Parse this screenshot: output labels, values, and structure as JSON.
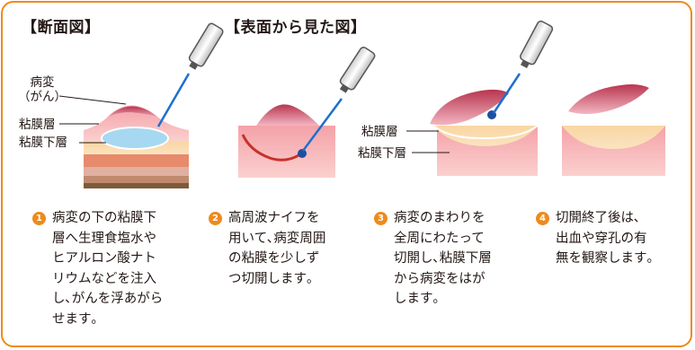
{
  "headings": {
    "cross_section": "【断面図】",
    "surface_view": "【表面から見た図】"
  },
  "labels": {
    "lesion": "病変\n（がん）",
    "mucosa": "粘膜層",
    "submucosa": "粘膜下層",
    "mucosa_2": "粘膜層",
    "submucosa_2": "粘膜下層"
  },
  "steps": [
    {
      "number": "1",
      "text": "病変の下の粘膜下\n層へ生理食塩水や\nヒアルロン酸ナト\nリウムなどを注入\nし､がんを浮あがら\nせます｡"
    },
    {
      "number": "2",
      "text": "高周波ナイフを\n用いて､病変周囲\nの粘膜を少しず\nつ切開します｡"
    },
    {
      "number": "3",
      "text": "病変のまわりを\n全周にわたって\n切開し､粘膜下層\nから病変をはが\nします｡"
    },
    {
      "number": "4",
      "text": "切開終了後は､\n出血や穿孔の有\n無を観察します｡"
    }
  ],
  "colors": {
    "border": "#ee8a1c",
    "badge": "#ee8a1c",
    "mucosa": "#f7b7b8",
    "submucosa": "#fbd8a8",
    "lesion": "#d9617f",
    "injection": "#a7d8f2",
    "knife_wire": "#1e6fd0"
  }
}
